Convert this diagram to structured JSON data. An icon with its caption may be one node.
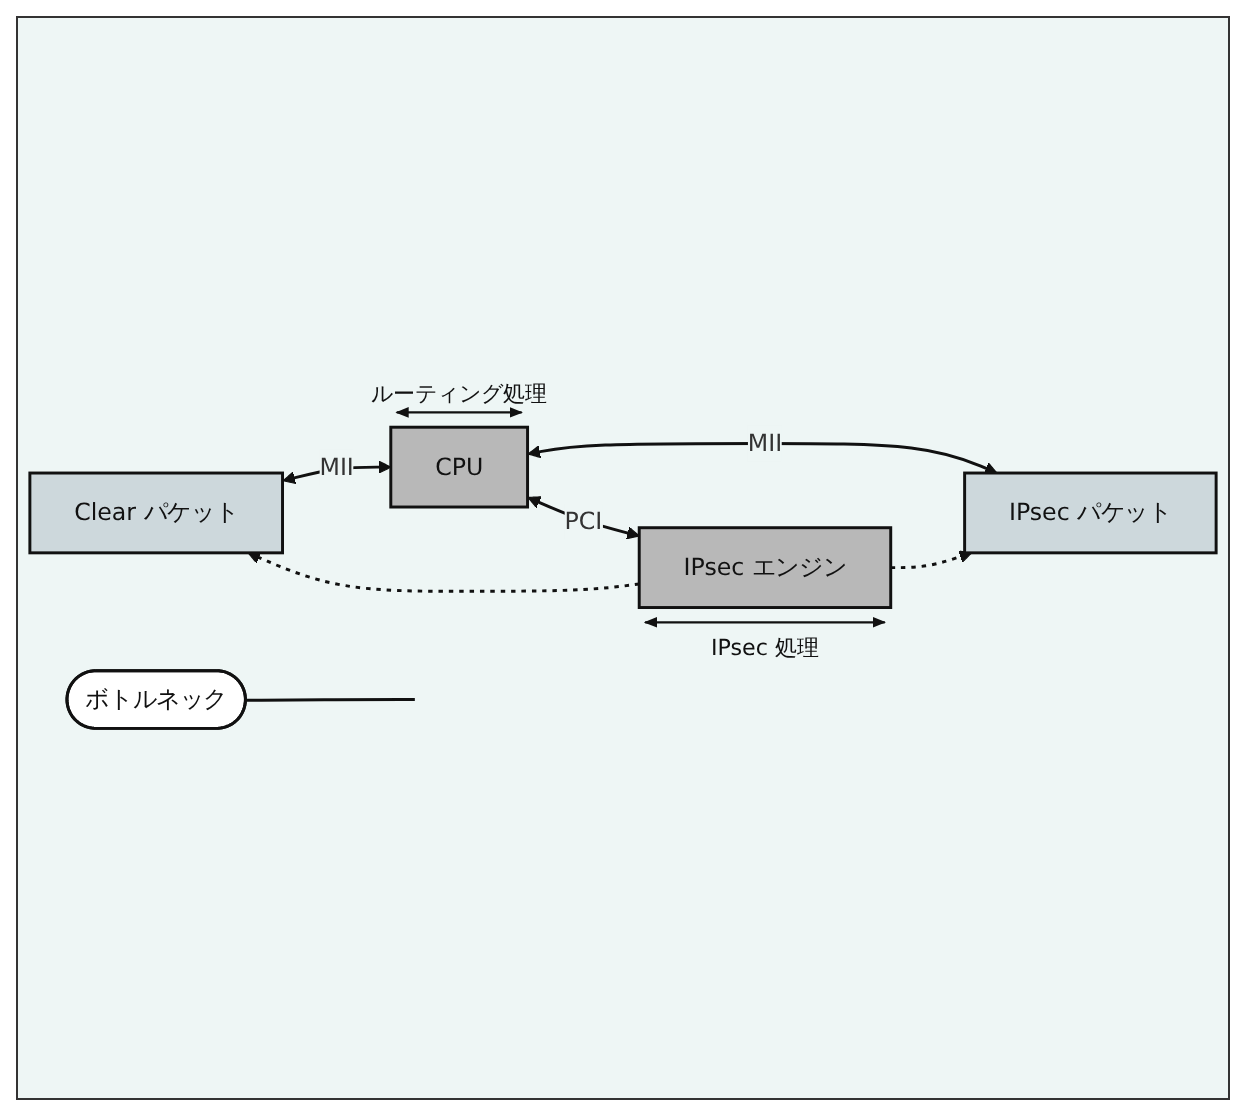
{
  "diagram": {
    "nodes": [
      {
        "text": [
          "Clear パケット"
        ]
      },
      {
        "text": [
          "CPU"
        ],
        "beside": [
          "ルーティング処理"
        ]
      },
      {
        "text": [
          "IPsec パケット"
        ]
      },
      {
        "text": [
          "IPsec エンジン"
        ],
        "beside": [
          "IPsec 処理"
        ]
      },
      {
        "text": [
          "ボトルネック"
        ]
      }
    ],
    "edges": [
      {
        "from": 0,
        "to": 1,
        "arrow": "both",
        "label": "MII"
      },
      {
        "from": 1,
        "to": 2,
        "arrow": "both",
        "label": "MII"
      },
      {
        "from": 1,
        "to": 3,
        "arrow": "both",
        "label": "PCI"
      },
      {
        "from": 3,
        "to": 0,
        "arrow": "to",
        "style": "dashed"
      },
      {
        "from": 3,
        "to": 2,
        "arrow": "to",
        "style": "dashed"
      },
      {
        "from": 4,
        "to": null,
        "arrow": "none"
      }
    ]
  }
}
